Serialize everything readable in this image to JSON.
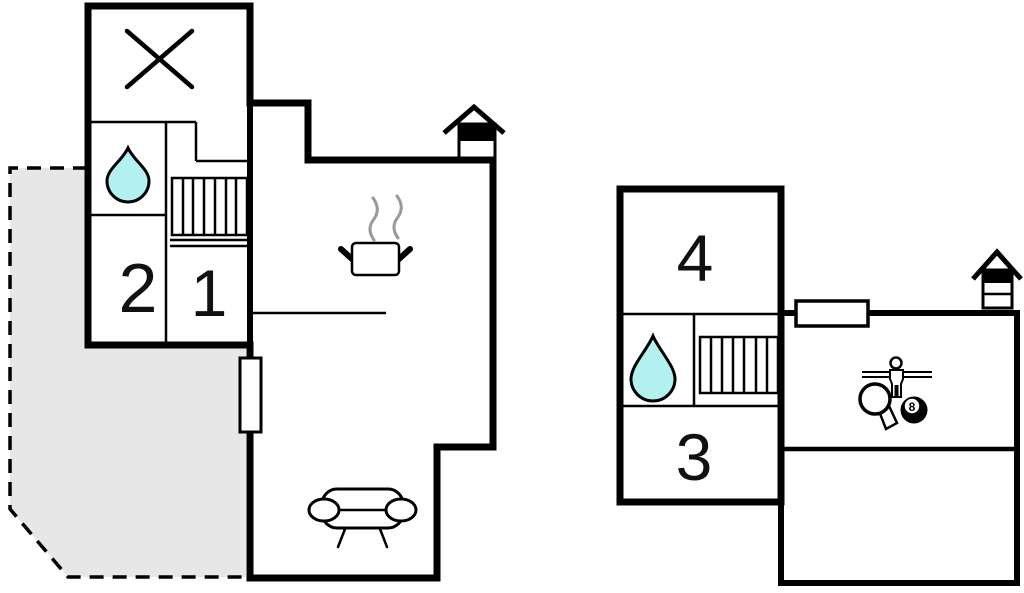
{
  "document": {
    "type": "property-floor-plan",
    "floors": [
      {
        "id": "ground-floor",
        "rooms": [
          {
            "label": "1",
            "features": []
          },
          {
            "label": "2",
            "features": []
          },
          {
            "label": "kitchen-living-room",
            "features": [
              "cooking-pot",
              "sofa"
            ]
          },
          {
            "label": "bathroom",
            "features": [
              "water-drop"
            ]
          }
        ],
        "icons": [
          "x-void-icon",
          "water-drop-icon",
          "stairs-icon",
          "cooking-pot-icon",
          "steam-icon",
          "sofa-icon",
          "house-icon",
          "window",
          "terrace-dashed-outline"
        ]
      },
      {
        "id": "upper-floor",
        "rooms": [
          {
            "label": "3",
            "features": []
          },
          {
            "label": "4",
            "features": []
          },
          {
            "label": "game-room",
            "features": [
              "foosball-player",
              "table-tennis-paddle",
              "eight-ball"
            ]
          },
          {
            "label": "bathroom",
            "features": [
              "water-drop"
            ]
          }
        ],
        "icons": [
          "water-drop-icon",
          "stairs-icon",
          "window",
          "foosball-player-icon",
          "table-tennis-paddle-icon",
          "eight-ball-icon",
          "house-icon"
        ]
      }
    ]
  },
  "labels": {
    "room_1": "1",
    "room_2": "2",
    "room_3": "3",
    "room_4": "4",
    "eight_ball": "8"
  },
  "colors": {
    "wall": "#000000",
    "paper": "#ffffff",
    "water": "#b3f1f1",
    "terrace": "#e7e7e7",
    "steam": "#999999"
  }
}
